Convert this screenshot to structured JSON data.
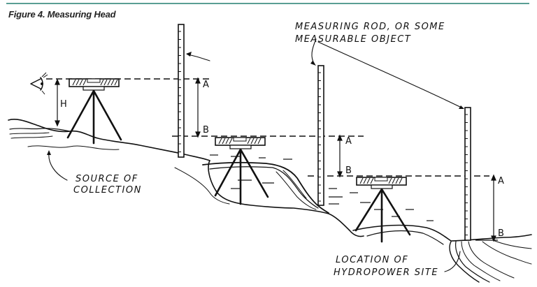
{
  "figure": {
    "title": "Figure 4. Measuring Head",
    "accent_color": "#5a9e94"
  },
  "labels": {
    "rod_line1": "MEASURING ROD, OR SOME",
    "rod_line2": "MEASURABLE OBJECT",
    "source_line1": "SOURCE OF",
    "source_line2": "COLLECTION",
    "site_line1": "LOCATION OF",
    "site_line2": "HYDROPOWER SITE",
    "height": "H",
    "a": "A",
    "b": "B"
  },
  "icons": [
    "eye-icon",
    "level-instrument-icon",
    "tripod-icon",
    "measuring-rod-icon"
  ]
}
